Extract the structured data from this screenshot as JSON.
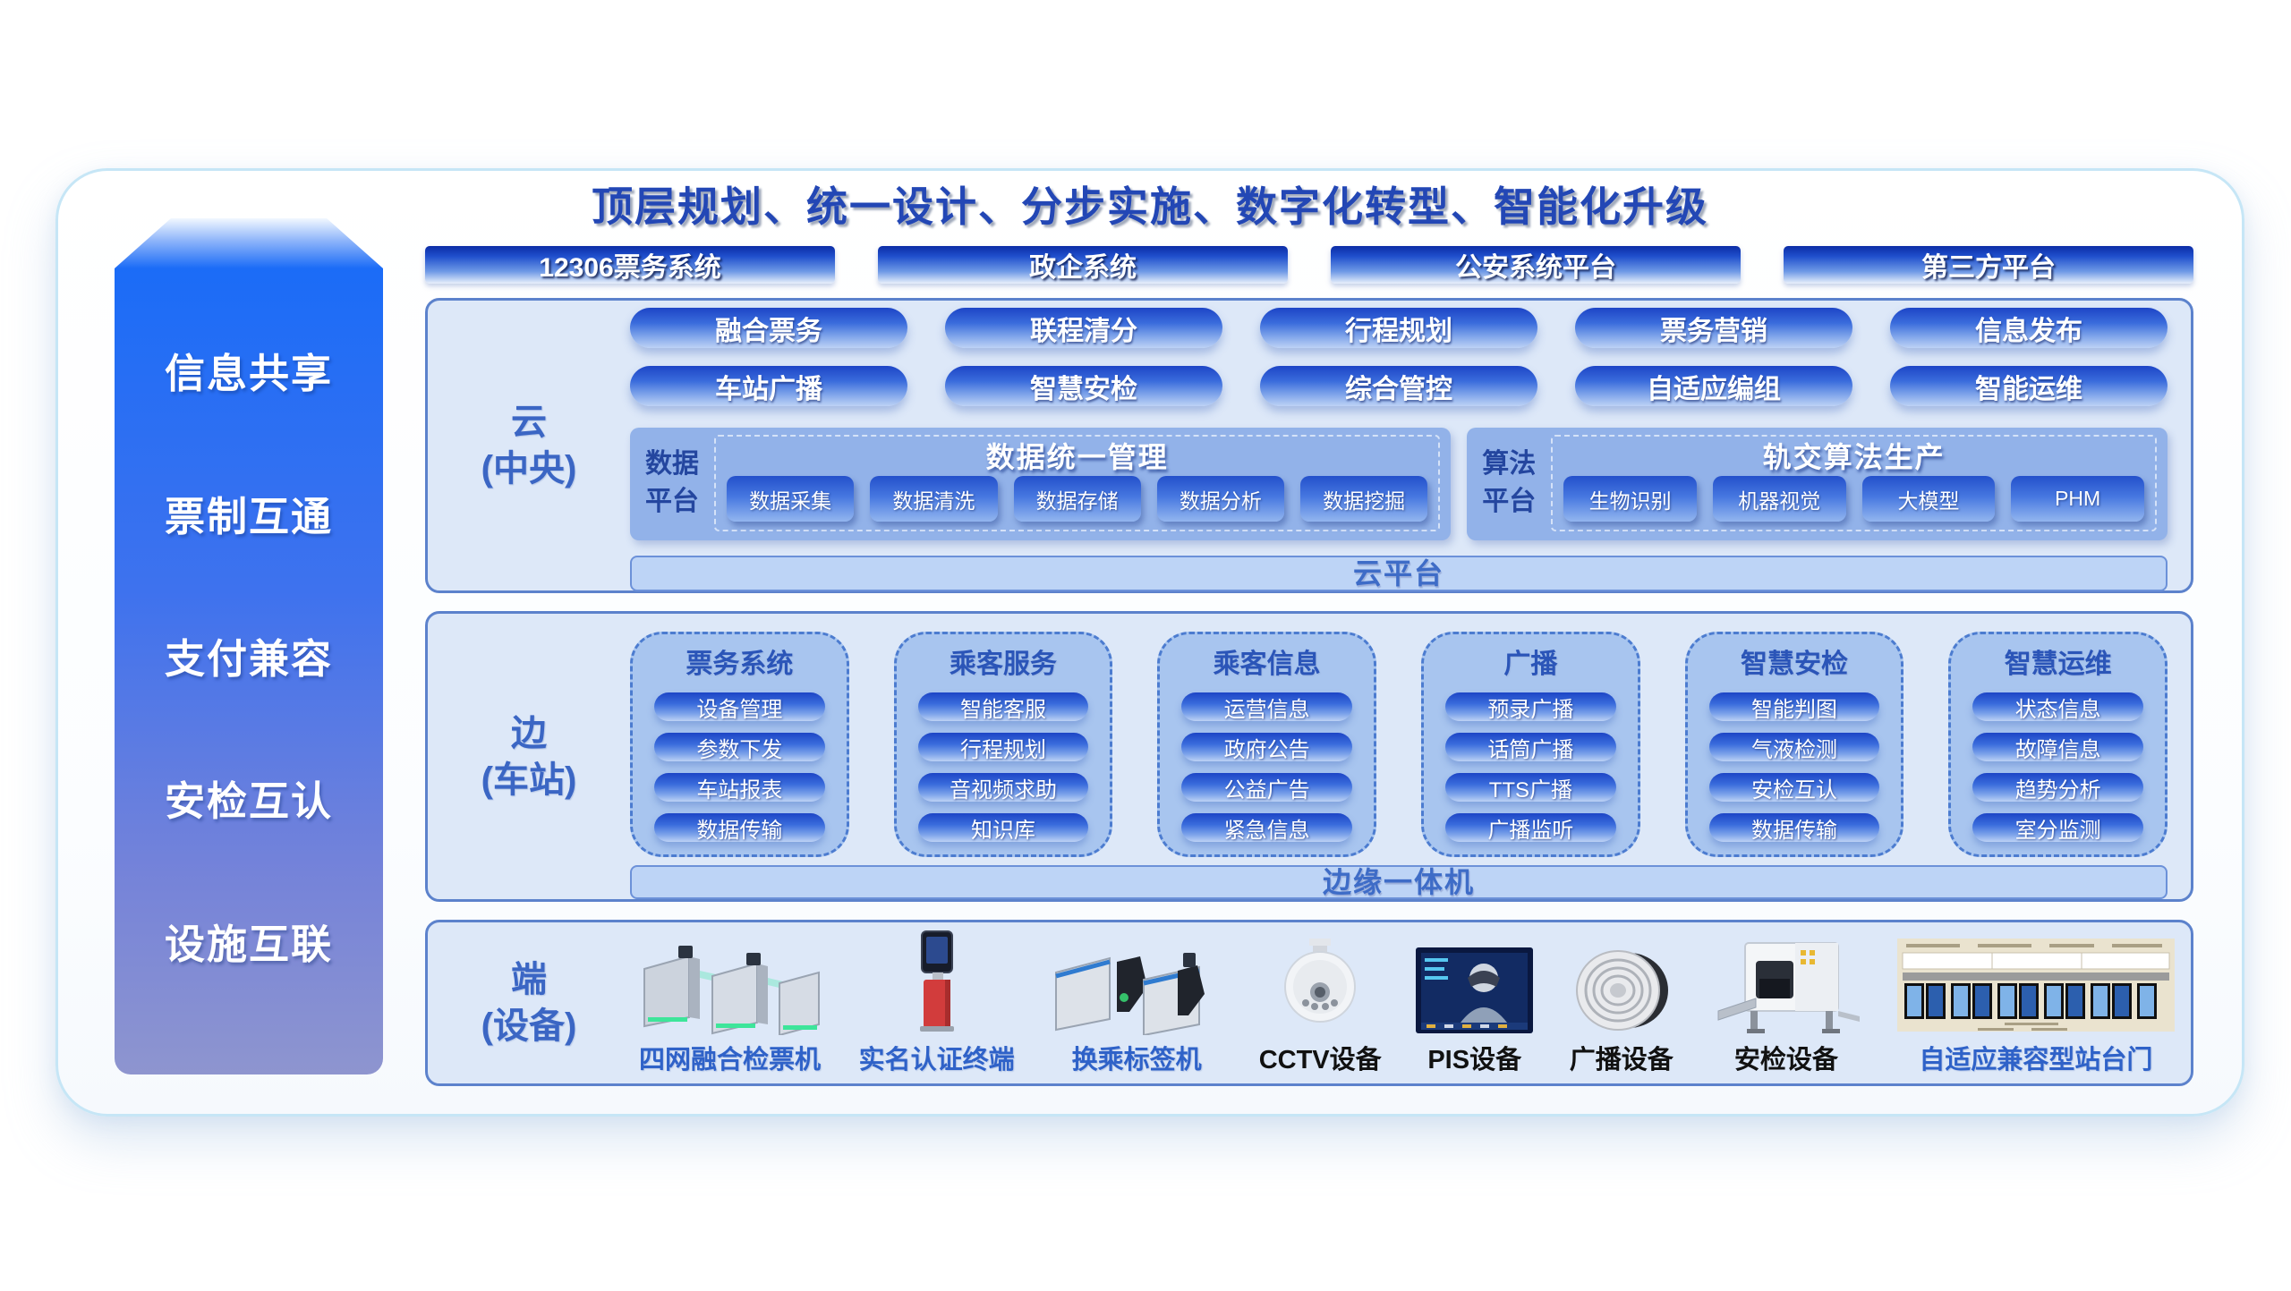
{
  "title": "顶层规划、统一设计、分步实施、数字化转型、智能化升级",
  "sidebar": {
    "items": [
      "信息共享",
      "票制互通",
      "支付兼容",
      "安检互认",
      "设施互联"
    ]
  },
  "external_systems": [
    "12306票务系统",
    "政企系统",
    "公安系统平台",
    "第三方平台"
  ],
  "cloud": {
    "label_line1": "云",
    "label_line2": "(中央)",
    "apps_row1": [
      "融合票务",
      "联程清分",
      "行程规划",
      "票务营销",
      "信息发布"
    ],
    "apps_row2": [
      "车站广播",
      "智慧安检",
      "综合管控",
      "自适应编组",
      "智能运维"
    ],
    "data_platform": {
      "label": "数据平台",
      "title": "数据统一管理",
      "items": [
        "数据采集",
        "数据清洗",
        "数据存储",
        "数据分析",
        "数据挖掘"
      ]
    },
    "algo_platform": {
      "label": "算法平台",
      "title": "轨交算法生产",
      "items": [
        "生物识别",
        "机器视觉",
        "大模型",
        "PHM"
      ]
    },
    "bar": "云平台"
  },
  "edge": {
    "label_line1": "边",
    "label_line2": "(车站)",
    "columns": [
      {
        "title": "票务系统",
        "items": [
          "设备管理",
          "参数下发",
          "车站报表",
          "数据传输"
        ]
      },
      {
        "title": "乘客服务",
        "items": [
          "智能客服",
          "行程规划",
          "音视频求助",
          "知识库"
        ]
      },
      {
        "title": "乘客信息",
        "items": [
          "运营信息",
          "政府公告",
          "公益广告",
          "紧急信息"
        ]
      },
      {
        "title": "广播",
        "items": [
          "预录广播",
          "话筒广播",
          "TTS广播",
          "广播监听"
        ]
      },
      {
        "title": "智慧安检",
        "items": [
          "智能判图",
          "气液检测",
          "安检互认",
          "数据传输"
        ]
      },
      {
        "title": "智慧运维",
        "items": [
          "状态信息",
          "故障信息",
          "趋势分析",
          "室分监测"
        ]
      }
    ],
    "bar": "边缘一体机"
  },
  "device": {
    "label_line1": "端",
    "label_line2": "(设备)",
    "devices": [
      {
        "label": "四网融合检票机",
        "icon": "fare-gate-icon"
      },
      {
        "label": "实名认证终端",
        "icon": "id-kiosk-icon"
      },
      {
        "label": "换乘标签机",
        "icon": "transfer-gate-icon"
      },
      {
        "label": "CCTV设备",
        "icon": "cctv-dome-icon"
      },
      {
        "label": "PIS设备",
        "icon": "pis-screen-icon"
      },
      {
        "label": "广播设备",
        "icon": "ceiling-speaker-icon"
      },
      {
        "label": "安检设备",
        "icon": "xray-machine-icon"
      },
      {
        "label": "自适应兼容型站台门",
        "icon": "platform-doors-icon"
      }
    ]
  },
  "colors": {
    "title_blue": "#2347b5",
    "pill_gradient_top": "#1d45c6",
    "section_bg": "#dde8f8",
    "section_border": "#5c82cc",
    "platform_panel": "#92b2e9",
    "bar_bg": "#bdd4f6",
    "bar_text": "#3e6cc7",
    "sidebar_top": "#1b6cf7",
    "sidebar_bottom": "#8e95cf",
    "device_label_blue": "#2f62c8",
    "device_label_dark": "#111111",
    "card_border": "#c6e6f6"
  }
}
